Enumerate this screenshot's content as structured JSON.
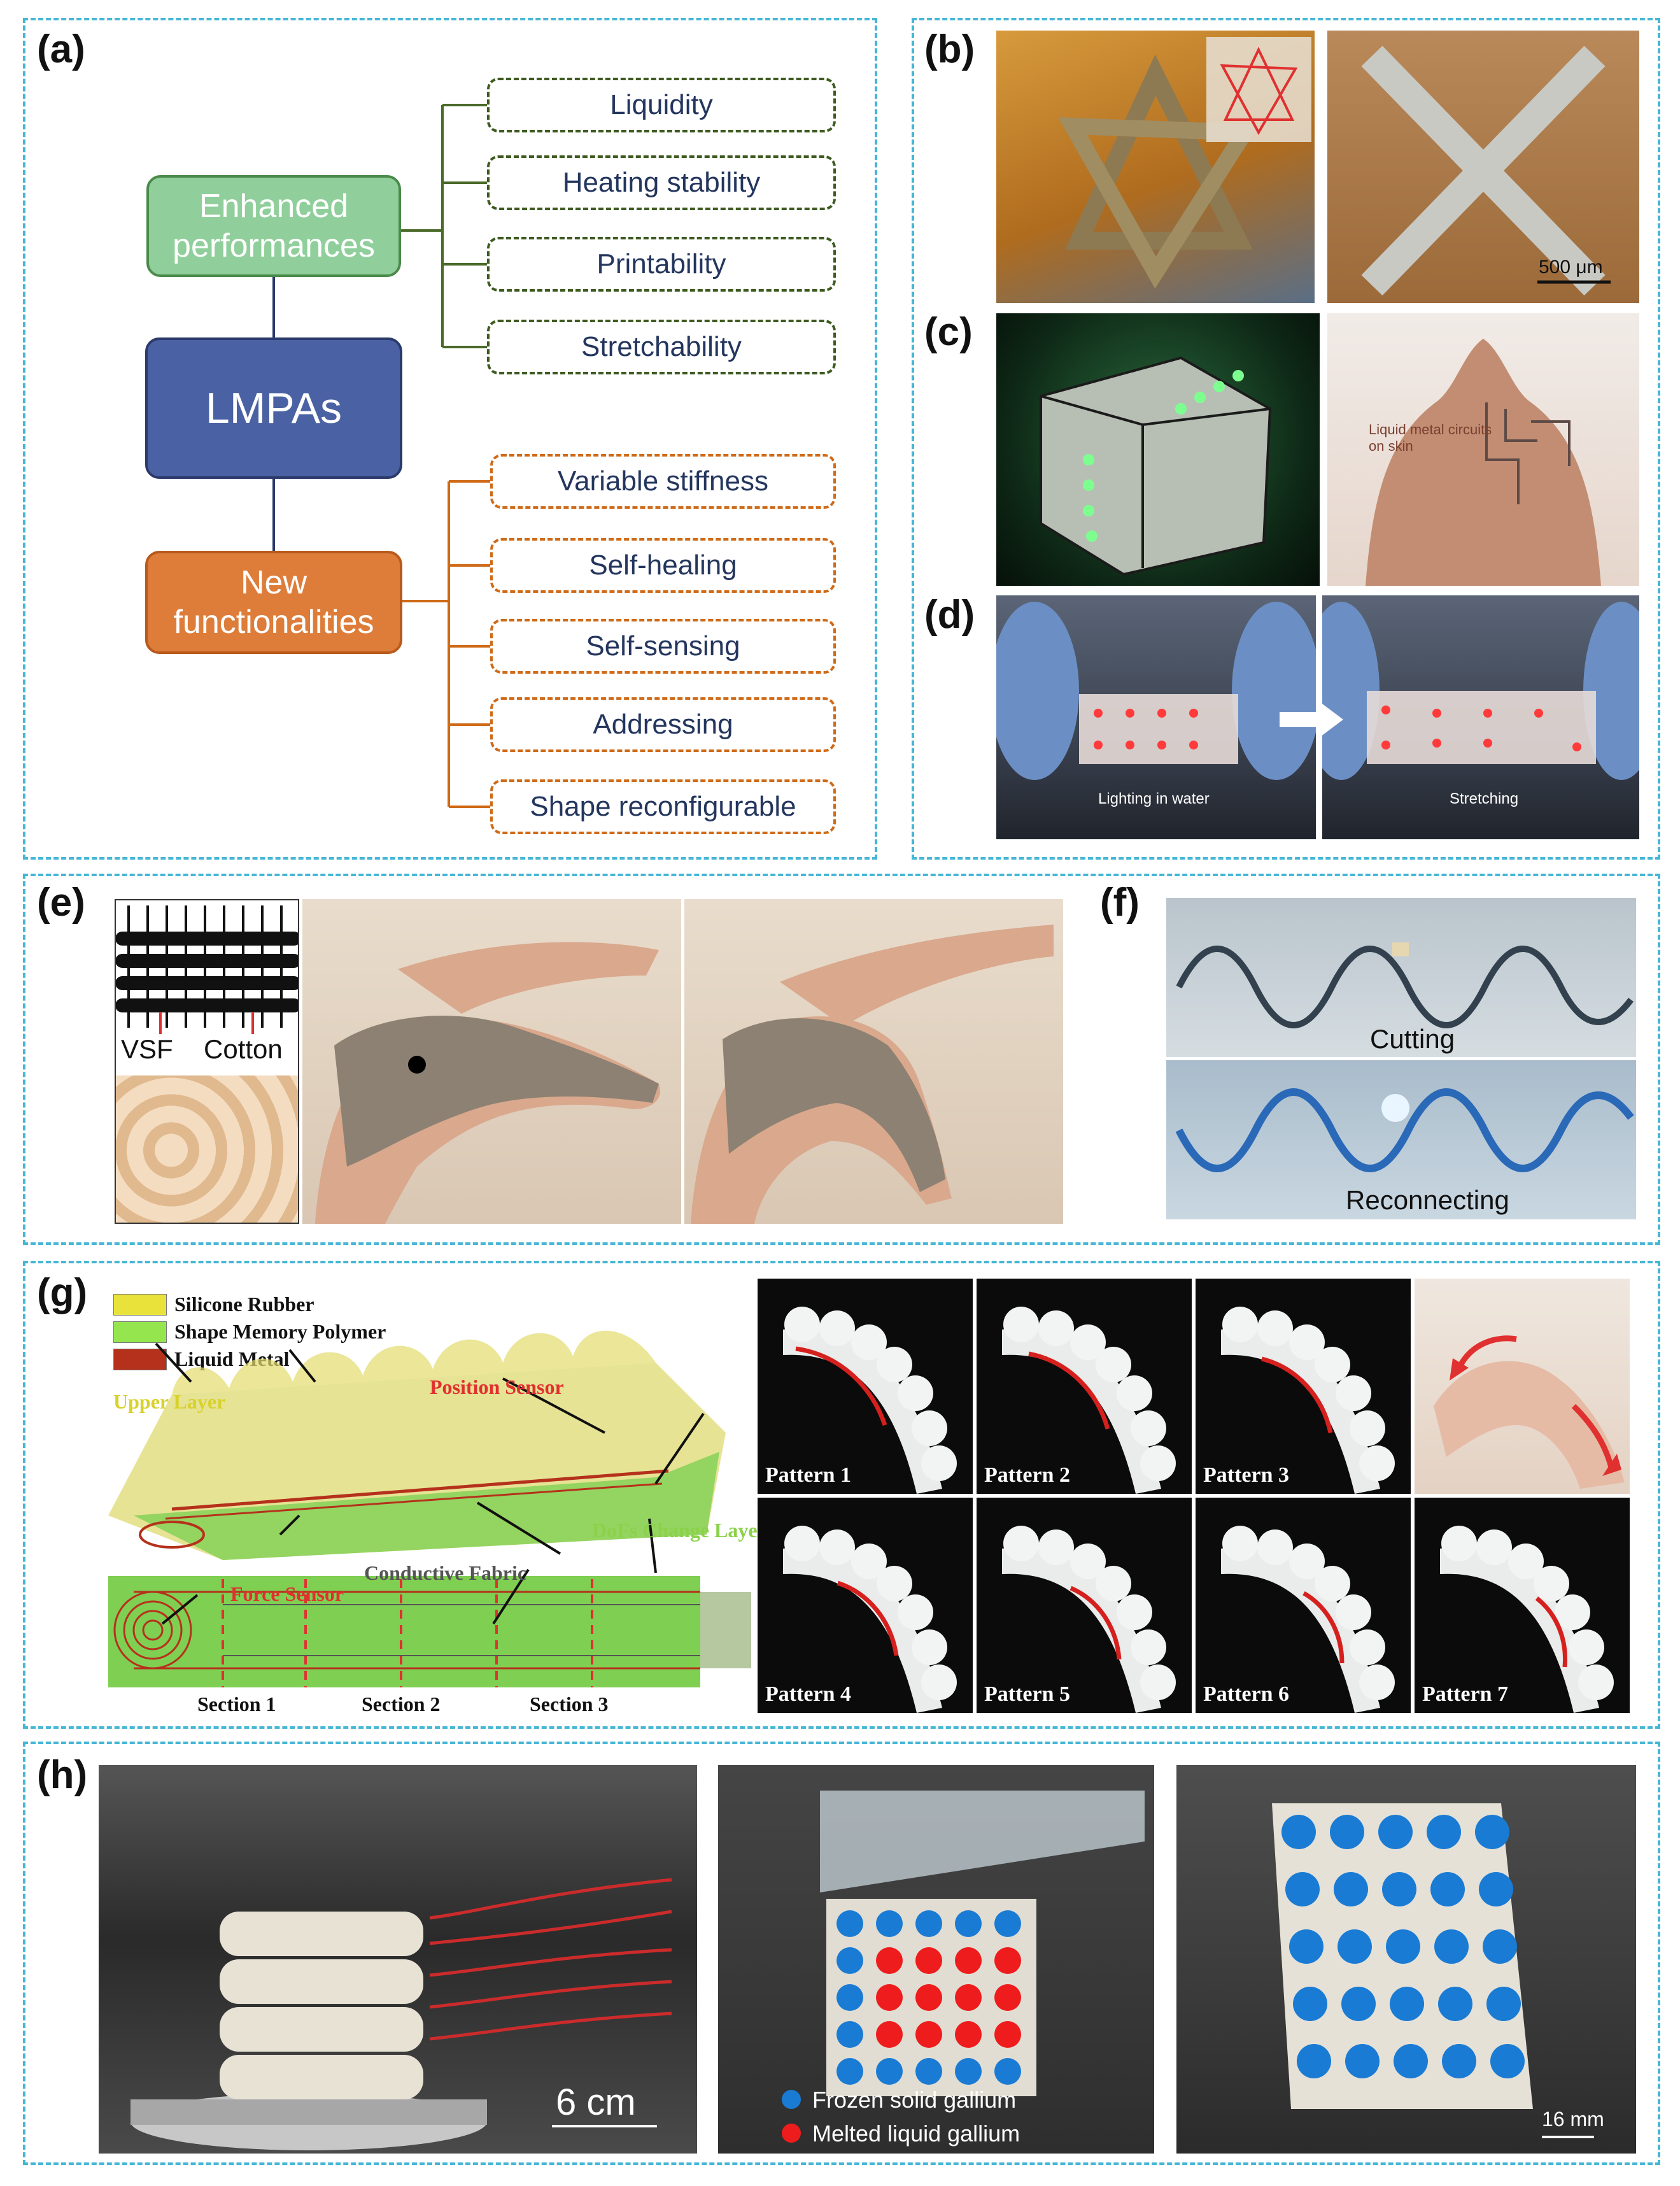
{
  "panel_labels": {
    "a": "(a)",
    "b": "(b)",
    "c": "(c)",
    "d": "(d)",
    "e": "(e)",
    "f": "(f)",
    "g": "(g)",
    "h": "(h)"
  },
  "a": {
    "center": "LMPAs",
    "enhanced": "Enhanced performances",
    "enhanced_items": [
      "Liquidity",
      "Heating stability",
      "Printability",
      "Stretchability"
    ],
    "new": "New functionalities",
    "new_items": [
      "Variable stiffness",
      "Self-healing",
      "Self-sensing",
      "Addressing",
      "Shape reconfigurable"
    ]
  },
  "b": {
    "scale": "500 μm"
  },
  "c": {
    "skin_caption": "Liquid metal circuits on skin"
  },
  "d": {
    "left_caption": "Lighting in water",
    "right_caption": "Stretching"
  },
  "e": {
    "vsf": "VSF",
    "cotton": "Cotton"
  },
  "f": {
    "top": "Cutting",
    "bottom": "Reconnecting"
  },
  "g": {
    "legend": [
      "Silicone Rubber",
      "Shape Memory Polymer",
      "Liquid Metal"
    ],
    "upper_layer": "Upper  Layer",
    "position_sensor": "Position Sensor",
    "dofs_layer": "DoFs Change  Layer",
    "conductive_fabric": "Conductive Fabric",
    "force_sensor": "Force Sensor",
    "sections": [
      "Section 1",
      "Section 2",
      "Section 3"
    ],
    "patterns": [
      "Pattern 1",
      "Pattern 2",
      "Pattern 3",
      "Pattern 4",
      "Pattern 5",
      "Pattern 6",
      "Pattern 7"
    ]
  },
  "h": {
    "scale_left": "6 cm",
    "frozen": "Frozen solid gallium",
    "melted": "Melted liquid gallium",
    "scale_right": "16 mm"
  },
  "colors": {
    "border": "#45b6d6",
    "enhanced_fill": "#90cf9b",
    "lmpa_fill": "#4a62a3",
    "new_fill": "#de7d3a",
    "frozen": "#1a7bd4",
    "melted": "#ee1c1c"
  }
}
